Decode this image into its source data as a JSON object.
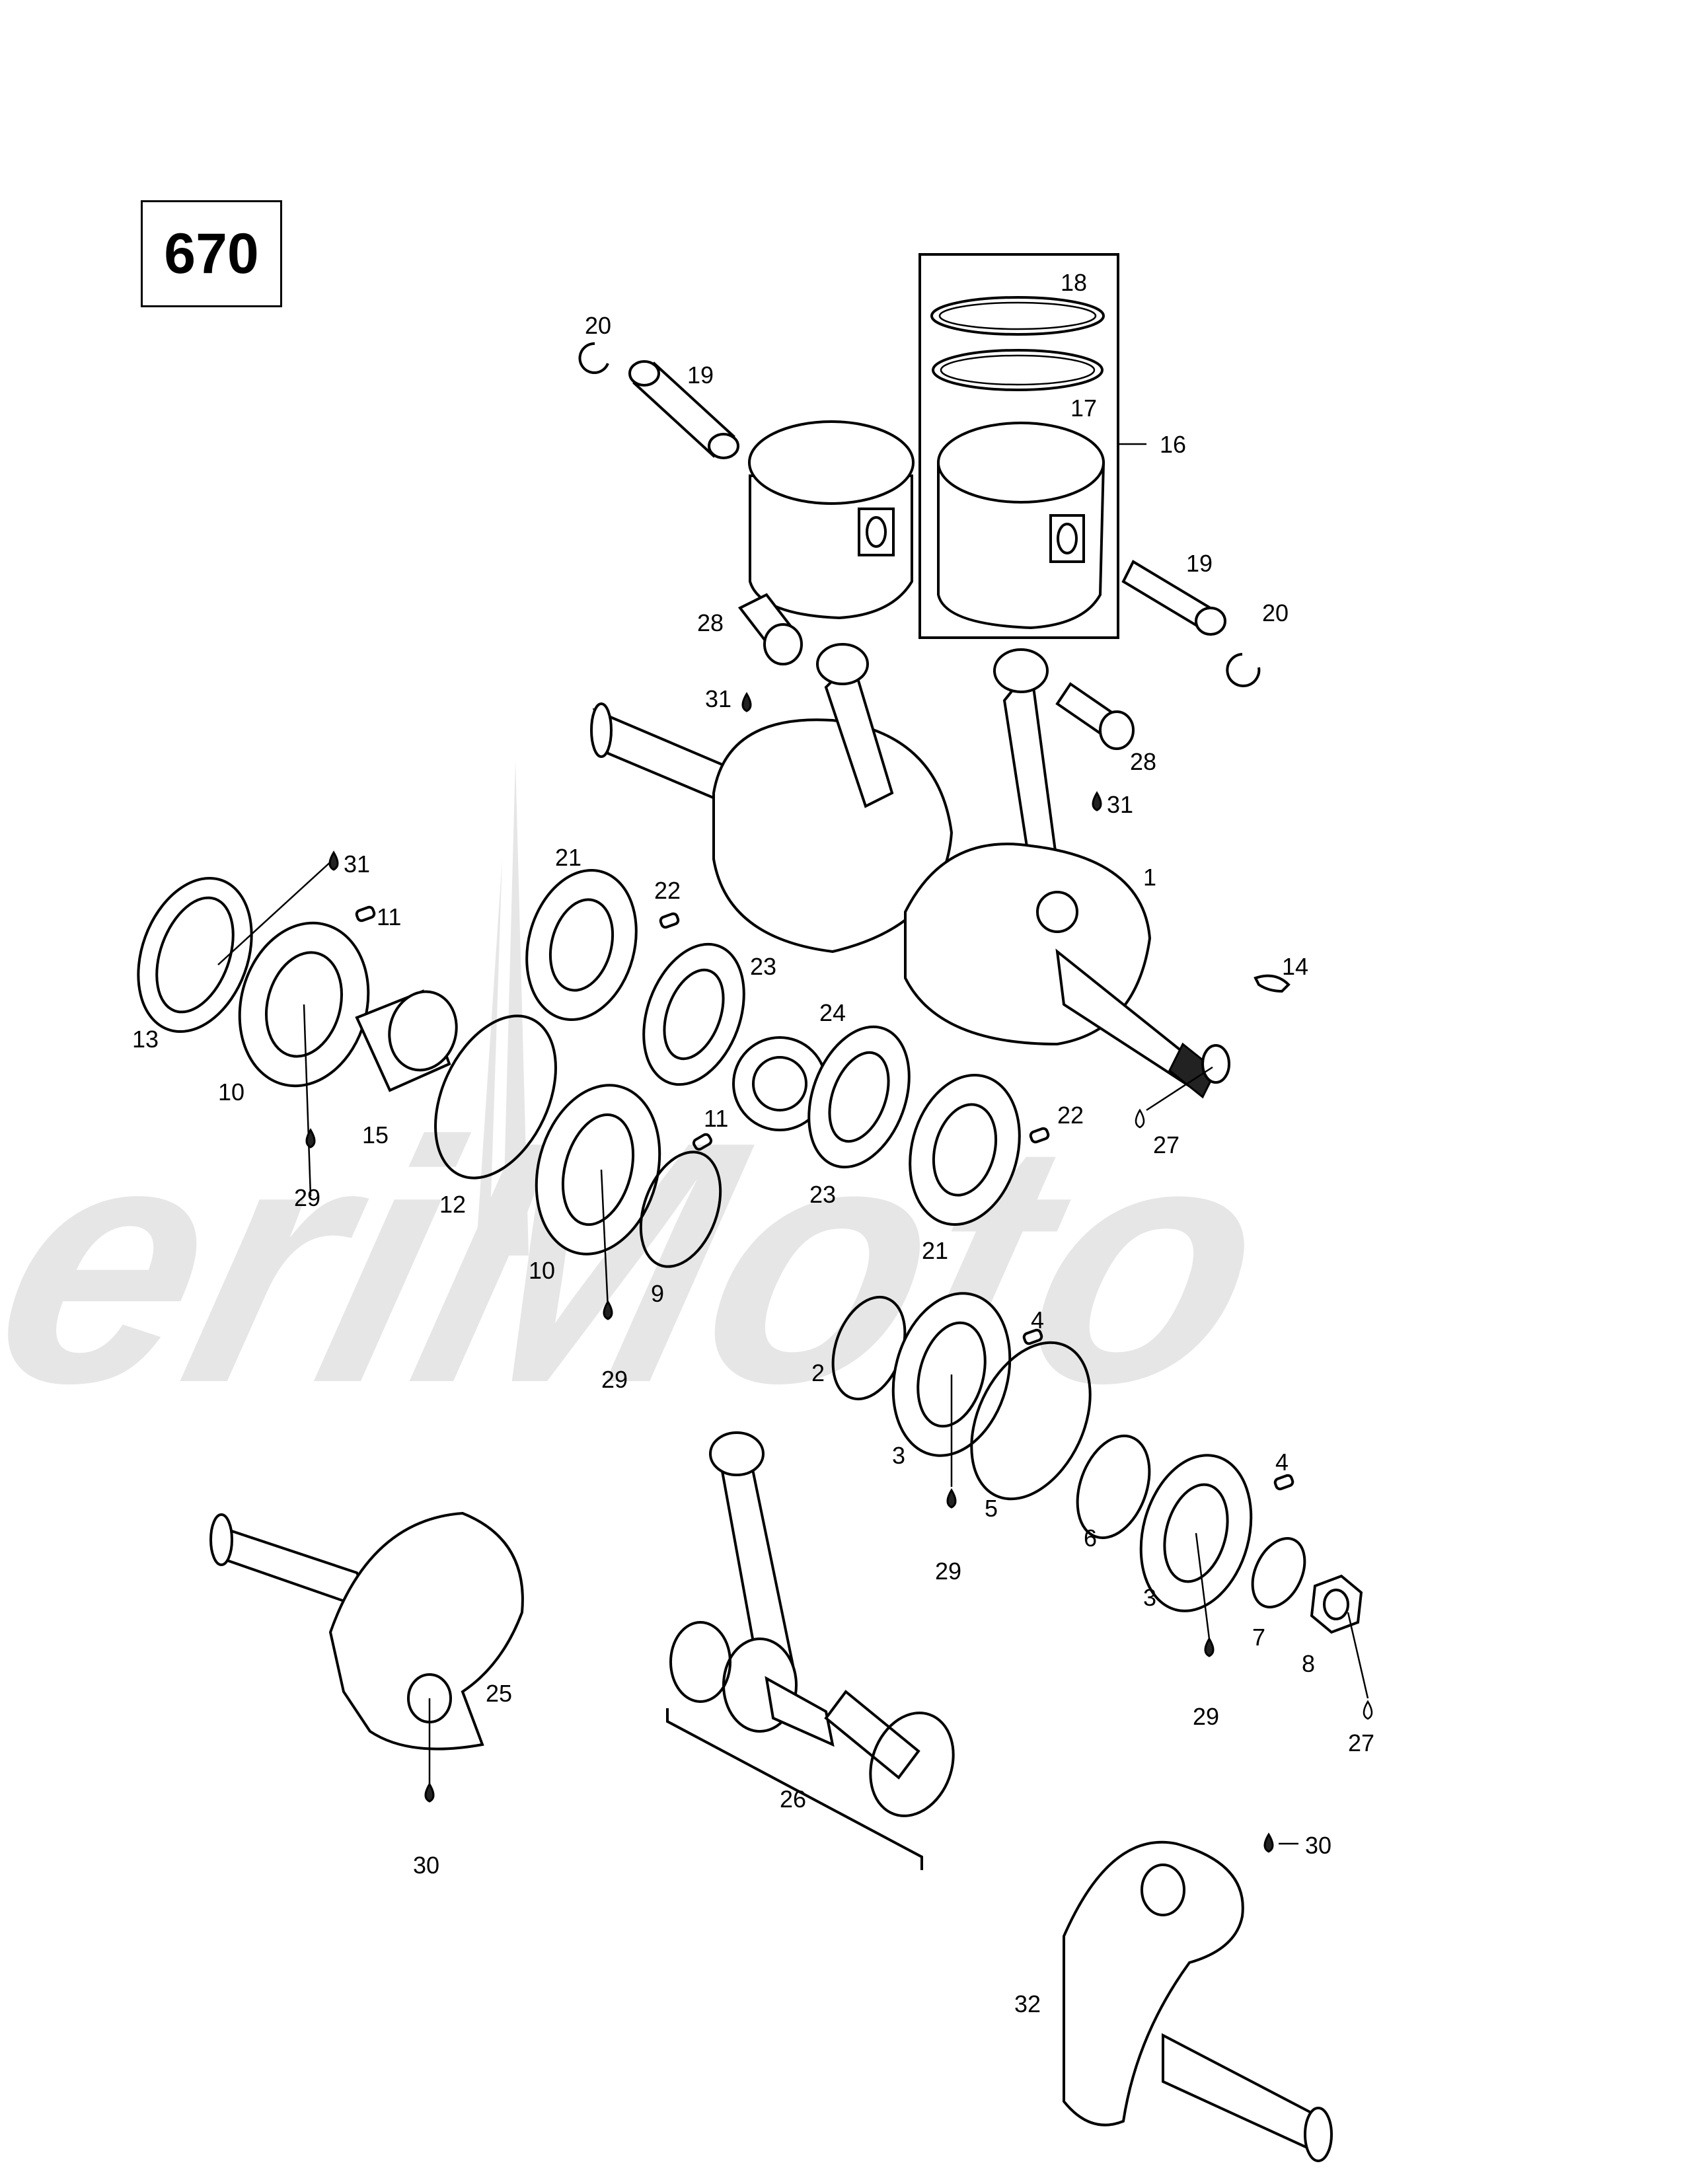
{
  "engine_label": "670",
  "callouts": [
    {
      "id": "c18",
      "text": "18"
    },
    {
      "id": "c17",
      "text": "17"
    },
    {
      "id": "c16",
      "text": "16"
    },
    {
      "id": "c20a",
      "text": "20"
    },
    {
      "id": "c19a",
      "text": "19"
    },
    {
      "id": "c19b",
      "text": "19"
    },
    {
      "id": "c20b",
      "text": "20"
    },
    {
      "id": "c28a",
      "text": "28"
    },
    {
      "id": "c31a",
      "text": "31"
    },
    {
      "id": "c28b",
      "text": "28"
    },
    {
      "id": "c31b",
      "text": "31"
    },
    {
      "id": "c1",
      "text": "1"
    },
    {
      "id": "c31c",
      "text": "31"
    },
    {
      "id": "c11a",
      "text": "11"
    },
    {
      "id": "c21a",
      "text": "21"
    },
    {
      "id": "c22a",
      "text": "22"
    },
    {
      "id": "c23a",
      "text": "23"
    },
    {
      "id": "c24",
      "text": "24"
    },
    {
      "id": "c14",
      "text": "14"
    },
    {
      "id": "c13",
      "text": "13"
    },
    {
      "id": "c10a",
      "text": "10"
    },
    {
      "id": "c15",
      "text": "15"
    },
    {
      "id": "c29a",
      "text": "29"
    },
    {
      "id": "c12",
      "text": "12"
    },
    {
      "id": "c11b",
      "text": "11"
    },
    {
      "id": "c22b",
      "text": "22"
    },
    {
      "id": "c27a",
      "text": "27"
    },
    {
      "id": "c23b",
      "text": "23"
    },
    {
      "id": "c21b",
      "text": "21"
    },
    {
      "id": "c10b",
      "text": "10"
    },
    {
      "id": "c9",
      "text": "9"
    },
    {
      "id": "c29b",
      "text": "29"
    },
    {
      "id": "c4a",
      "text": "4"
    },
    {
      "id": "c2",
      "text": "2"
    },
    {
      "id": "c3a",
      "text": "3"
    },
    {
      "id": "c5",
      "text": "5"
    },
    {
      "id": "c6",
      "text": "6"
    },
    {
      "id": "c4b",
      "text": "4"
    },
    {
      "id": "c29c",
      "text": "29"
    },
    {
      "id": "c3b",
      "text": "3"
    },
    {
      "id": "c7",
      "text": "7"
    },
    {
      "id": "c8",
      "text": "8"
    },
    {
      "id": "c25",
      "text": "25"
    },
    {
      "id": "c29d",
      "text": "29"
    },
    {
      "id": "c27b",
      "text": "27"
    },
    {
      "id": "c26",
      "text": "26"
    },
    {
      "id": "c30a",
      "text": "30"
    },
    {
      "id": "c30b",
      "text": "30"
    },
    {
      "id": "c32",
      "text": "32"
    }
  ],
  "watermark": "AeriMoto"
}
